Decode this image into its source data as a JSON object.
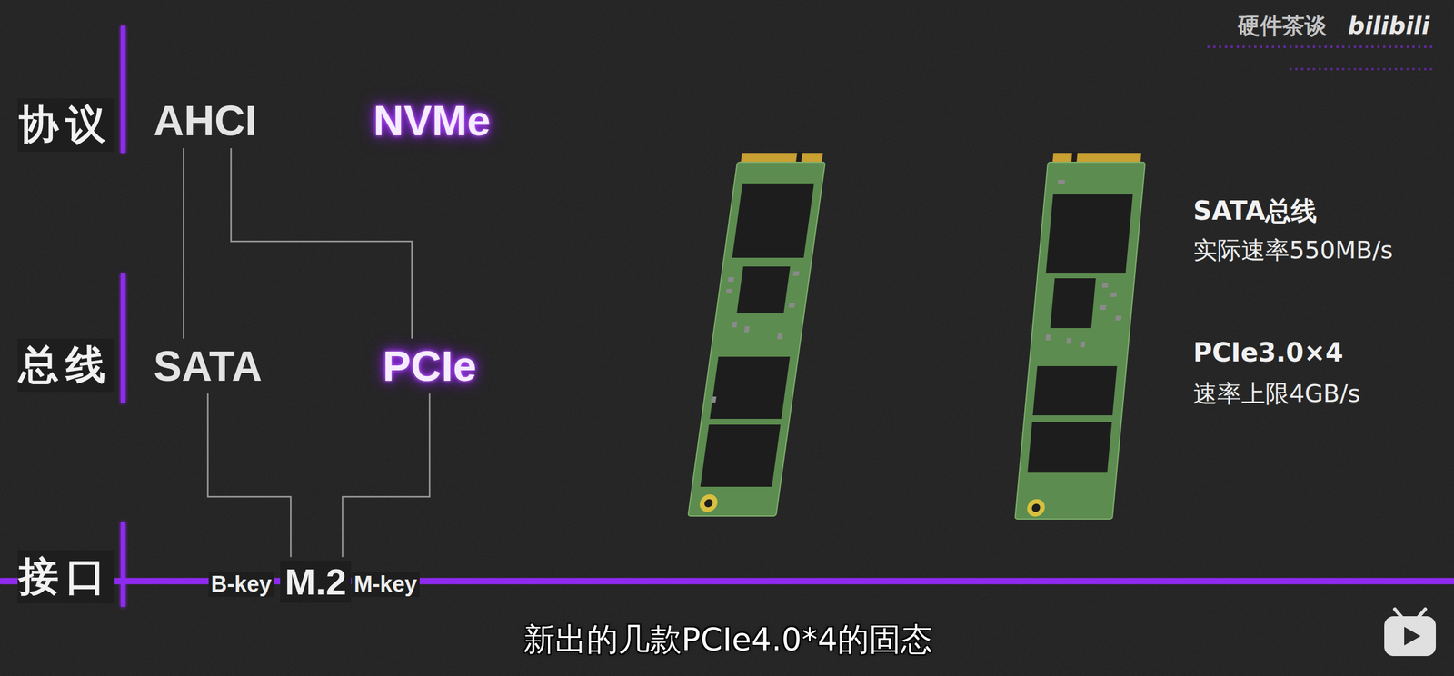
{
  "diagram": {
    "nodes": [
      {
        "text": [
          "AHCI"
        ]
      },
      {
        "text": [
          "NVMe"
        ]
      },
      {
        "text": [
          "SATA"
        ]
      },
      {
        "text": [
          "PCIe"
        ]
      },
      {
        "text": [
          "M.2"
        ]
      }
    ],
    "edges": [
      {
        "from": 0,
        "to": 2,
        "arrow": "none"
      },
      {
        "from": 0,
        "to": 3,
        "arrow": "none"
      },
      {
        "from": 1,
        "to": 3,
        "arrow": "none"
      },
      {
        "from": 2,
        "to": 4,
        "arrow": "none"
      },
      {
        "from": 3,
        "to": 4,
        "arrow": "none"
      }
    ],
    "labels": [
      "协议",
      "总线",
      "接口",
      "B-key",
      "M-key",
      "SATA总线",
      "实际速率550MB/s",
      "PCIe3.0×4",
      "速率上限4GB/s",
      "硬件茶谈",
      "bilibili",
      "新出的几款PCIe4.0*4的固态"
    ]
  }
}
